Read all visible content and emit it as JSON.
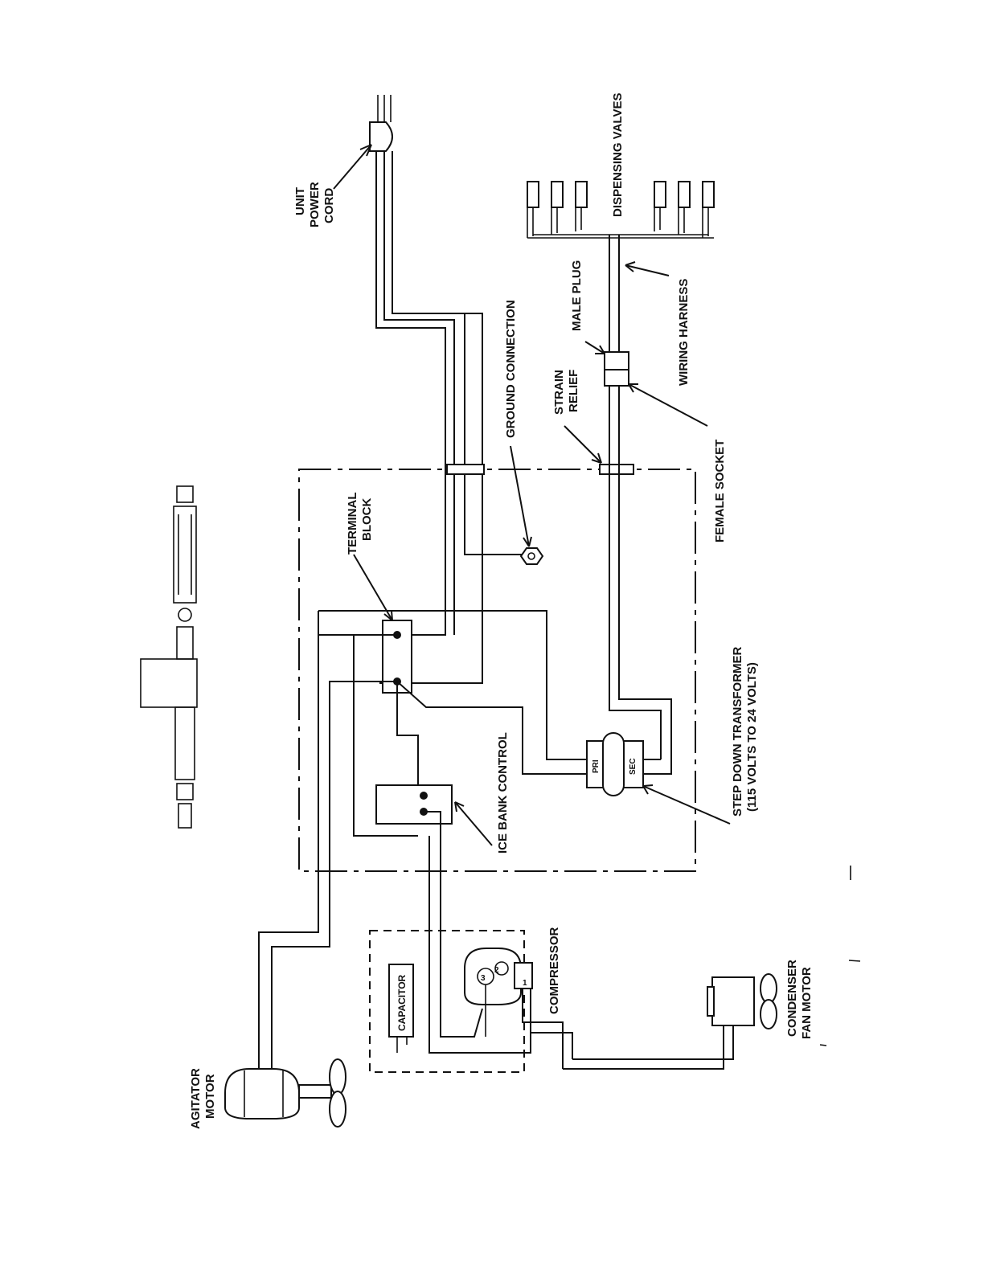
{
  "labels": {
    "unit_power_cord": [
      "UNIT",
      "POWER",
      "CORD"
    ],
    "dispensing_valves": "DISPENSING VALVES",
    "wiring_harness": "WIRING HARNESS",
    "male_plug": "MALE PLUG",
    "strain_relief": [
      "STRAIN",
      "RELIEF"
    ],
    "female_socket": "FEMALE SOCKET",
    "ground_connection": "GROUND CONNECTION",
    "terminal_block": [
      "TERMINAL",
      "BLOCK"
    ],
    "step_down_transformer": [
      "STEP DOWN TRANSFORMER",
      "(115 VOLTS TO 24 VOLTS)"
    ],
    "ice_bank_control": "ICE BANK CONTROL",
    "compressor": "COMPRESSOR",
    "capacitor": "CAPACITOR",
    "condenser_fan_motor": [
      "CONDENSER",
      "FAN MOTOR"
    ],
    "agitator_motor": [
      "AGITATOR",
      "MOTOR"
    ]
  },
  "component_marks": {
    "transformer_primary": "PRI",
    "transformer_secondary": "SEC",
    "compressor_terminals": [
      "1",
      "2",
      "3"
    ]
  },
  "colors": {
    "ink": "#111111",
    "paper": "#ffffff"
  }
}
